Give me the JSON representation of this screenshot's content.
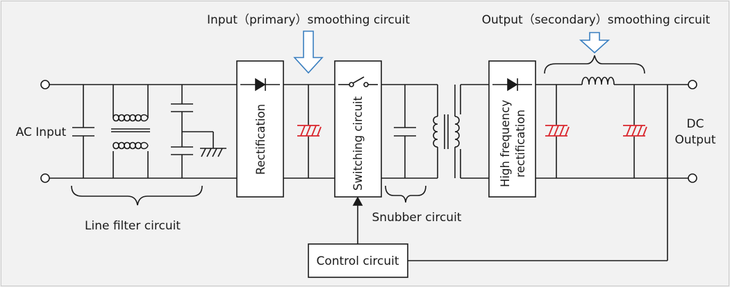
{
  "labels": {
    "input_smoothing": "Input（primary）smoothing circuit",
    "output_smoothing": "Output（secondary）smoothing circuit",
    "ac_input": "AC Input",
    "dc_output_line1": "DC",
    "dc_output_line2": "Output",
    "line_filter": "Line filter circuit",
    "snubber": "Snubber circuit"
  },
  "blocks": {
    "rectification": "Rectification",
    "switching": "Switching circuit",
    "hf_line1": "High frequency",
    "hf_line2": "rectification",
    "control": "Control circuit"
  },
  "colors": {
    "background": "#f2f2f2",
    "wire": "#1a1a1a",
    "block_fill": "#ffffff",
    "electrolytic_cap": "#d9242b",
    "arrow": "#3a7fc0"
  },
  "icons": [
    "terminal-icon",
    "capacitor-icon",
    "common-mode-choke-icon",
    "ground-icon",
    "diode-icon",
    "switch-icon",
    "transformer-icon",
    "inductor-icon",
    "electrolytic-capacitor-icon",
    "down-arrow-icon",
    "brace-icon"
  ]
}
